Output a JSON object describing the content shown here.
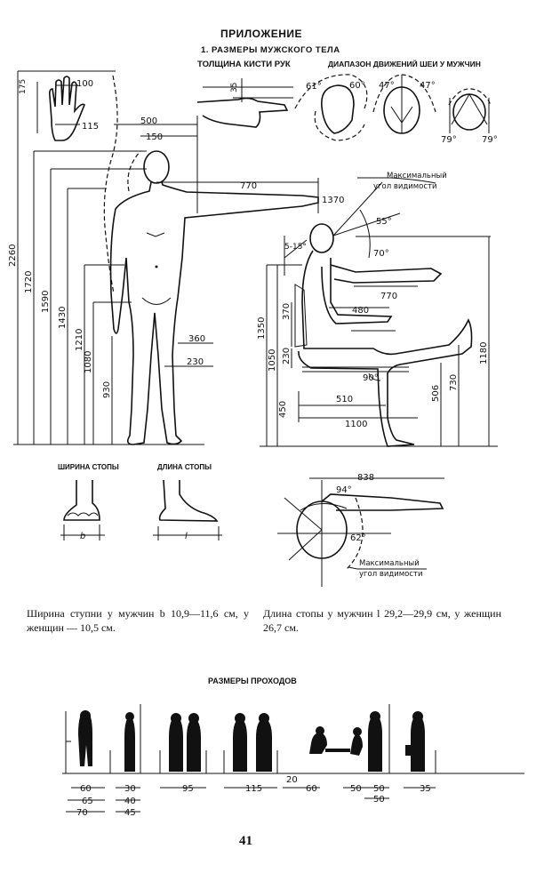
{
  "header": {
    "appendix": "ПРИЛОЖЕНИЕ",
    "section": "1. РАЗМЕРЫ МУЖСКОГО ТЕЛА",
    "hand_thickness": "ТОЛЩИНА КИСТИ РУК",
    "neck_range": "ДИАПАЗОН ДВИЖЕНИЙ ШЕИ У МУЖЧИН"
  },
  "standing_figure": {
    "hand_dims": [
      "175",
      "100",
      "115"
    ],
    "heights": [
      "2260",
      "1720",
      "1590",
      "1430",
      "1210",
      "1080",
      "930"
    ],
    "arm": [
      "500",
      "150",
      "770",
      "1370"
    ],
    "hip": [
      "360",
      "230"
    ],
    "thumb": "35"
  },
  "neck_angles": [
    "61°",
    "60°",
    "47°",
    "47°",
    "79°",
    "79°"
  ],
  "seated_figure": {
    "view_angle_label": "Максимальный угол видимости",
    "angles": [
      "55°",
      "70°",
      "5-15°",
      "90°"
    ],
    "dims": [
      "770",
      "480",
      "1350",
      "370",
      "1050",
      "230",
      "450",
      "510",
      "1100",
      "506",
      "730",
      "1180"
    ]
  },
  "foot_labels": {
    "width": "ШИРИНА СТОПЫ",
    "length": "ДЛИНА СТОПЫ",
    "b": "b",
    "l": "l"
  },
  "top_view": {
    "dims": [
      "838",
      "94°",
      "62°"
    ],
    "view_angle_label": "Максимальный угол видимости"
  },
  "text": {
    "left": "Ширина ступни у мужчин b 10,9—11,6 см, у женщин — 10,5 см.",
    "right": "Длина стопы у мужчин l 29,2—29,9 см, у женщин 26,7 см."
  },
  "passages": {
    "title": "РАЗМЕРЫ ПРОХОДОВ",
    "dims": [
      "60",
      "65",
      "70",
      "30",
      "40",
      "45",
      "95",
      "115",
      "20",
      "60",
      "50",
      "50",
      "50",
      "35"
    ]
  },
  "page_number": "41"
}
